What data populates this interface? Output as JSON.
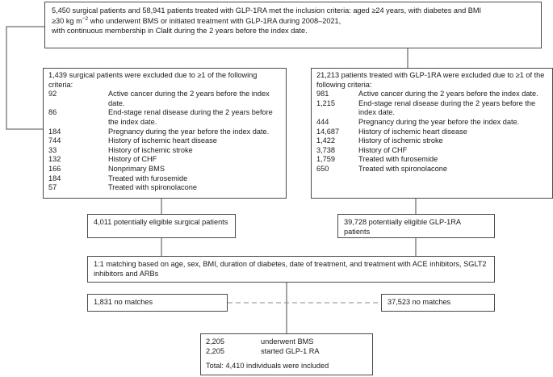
{
  "top": {
    "line1": "5,450 surgical patients and 58,941 patients treated with GLP-1RA met the inclusion criteria: aged ≥24 years, with diabetes and BMI",
    "line2_pre": "≥30 kg m",
    "line2_sup": "−2",
    "line2_post": " who underwent BMS or initiated treatment with GLP-1RA during 2008–2021,",
    "line3": "with continuous membership in Clalit during the 2 years before the index date."
  },
  "excl_surg": {
    "header": "1,439 surgical patients were excluded due to ≥1 of the following criteria:",
    "items": [
      {
        "n": "92",
        "t": "Active cancer during the 2 years before the index date."
      },
      {
        "n": "86",
        "t": "End-stage renal disease during the 2 years before the index date."
      },
      {
        "n": "184",
        "t": "Pregnancy during the year before the index date."
      },
      {
        "n": "744",
        "t": "History of ischemic heart disease"
      },
      {
        "n": "33",
        "t": "History of ischemic stroke"
      },
      {
        "n": "132",
        "t": "History of CHF"
      },
      {
        "n": "166",
        "t": "Nonprimary BMS"
      },
      {
        "n": "184",
        "t": "Treated with furosemide"
      },
      {
        "n": "57",
        "t": "Treated with spironolacone"
      }
    ]
  },
  "excl_glp": {
    "header": "21,213 patients treated with GLP-1RA were excluded due to ≥1 of the following criteria:",
    "items": [
      {
        "n": "981",
        "t": "Active cancer during the 2 years before the index date."
      },
      {
        "n": "1,215",
        "t": "End-stage renal disease during the 2 years before the index date."
      },
      {
        "n": "444",
        "t": "Pregnancy during the year before the index date."
      },
      {
        "n": "14,687",
        "t": "History of ischemic heart disease"
      },
      {
        "n": "1,422",
        "t": "History of ischemic stroke"
      },
      {
        "n": "3,738",
        "t": "History of CHF"
      },
      {
        "n": "1,759",
        "t": "Treated with furosemide"
      },
      {
        "n": "650",
        "t": "Treated with spironolacone"
      }
    ]
  },
  "elig_surg": "4,011 potentially eligible surgical patients",
  "elig_glp": "39,728 potentially eligible GLP-1RA patients",
  "matching": "1:1 matching based on age, sex, BMI, duration of diabetes, date of treatment, and treatment with ACE inhibitors, SGLT2 inhibitors and ARBs",
  "nomatch_surg": "1,831 no matches",
  "nomatch_glp": "37,523 no matches",
  "final": {
    "rows": [
      {
        "n": "2,205",
        "t": "underwent BMS"
      },
      {
        "n": "2,205",
        "t": "started GLP-1 RA"
      }
    ],
    "total": "Total: 4,410 individuals were included"
  }
}
